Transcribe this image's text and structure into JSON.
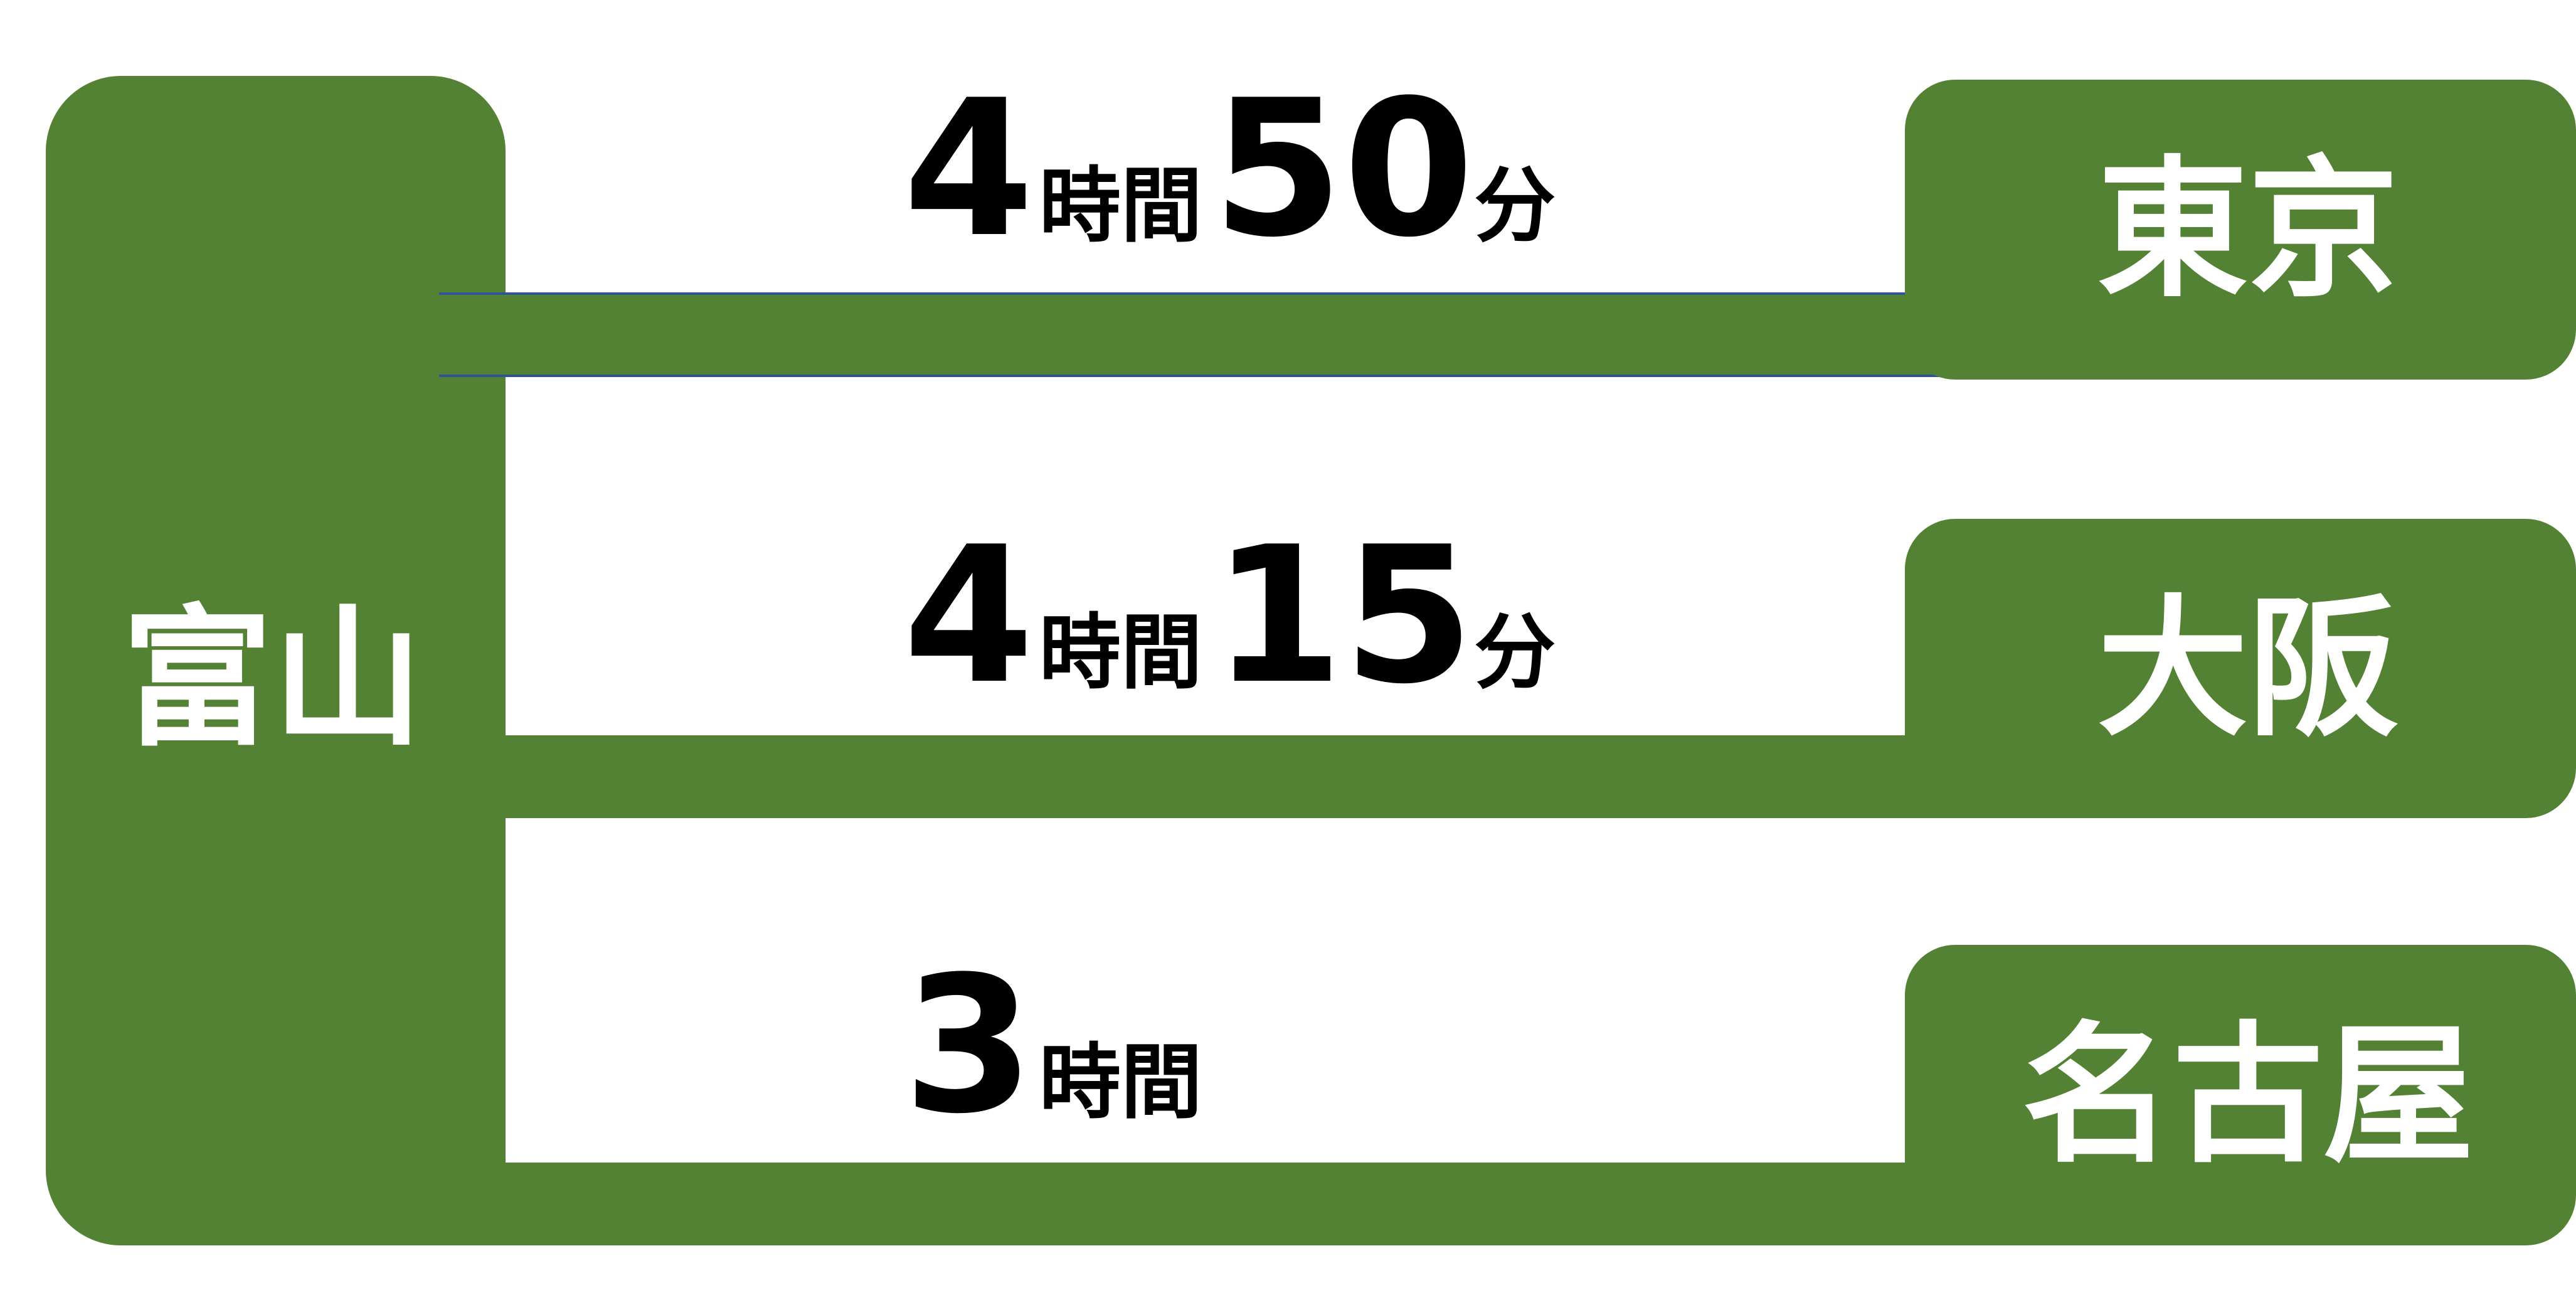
{
  "origin": {
    "label": "富山",
    "color": "#548235"
  },
  "routes": [
    {
      "destination": "東京",
      "hours": "4",
      "hour_unit": "時間",
      "minutes": "50",
      "minute_unit": "分"
    },
    {
      "destination": "大阪",
      "hours": "4",
      "hour_unit": "時間",
      "minutes": "15",
      "minute_unit": "分"
    },
    {
      "destination": "名古屋",
      "hours": "3",
      "hour_unit": "時間",
      "minutes": "",
      "minute_unit": ""
    }
  ],
  "colors": {
    "shape_fill": "#548235",
    "route_1_outline": "#2f5597",
    "text_on_shape": "#ffffff",
    "time_text": "#000000"
  }
}
